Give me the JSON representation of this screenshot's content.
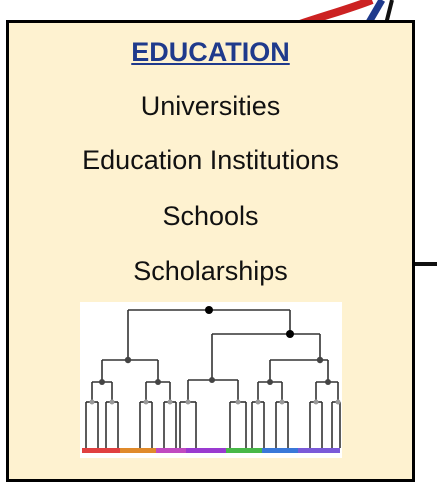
{
  "card": {
    "title": "EDUCATION",
    "items": [
      "Universities",
      "Education Institutions",
      "Schools",
      "Scholarships"
    ]
  },
  "icon": "hierarchy-tree-icon",
  "colors": {
    "card_background": "#fef2d0",
    "border": "#000000",
    "title": "#1f3a8c",
    "corner_red": "#cc2222",
    "corner_blue": "#1f3a8c"
  }
}
